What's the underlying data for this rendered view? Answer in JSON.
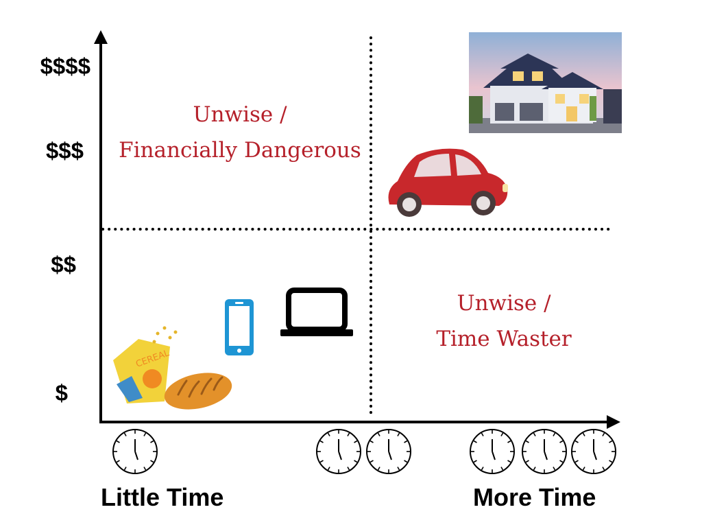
{
  "y_axis": {
    "labels": [
      "$$$$",
      "$$$",
      "$$",
      "$"
    ]
  },
  "x_axis": {
    "left_label": "Little Time",
    "right_label": "More Time"
  },
  "quadrants": {
    "top_left": {
      "line1": "Unwise /",
      "line2": "Financially Dangerous"
    },
    "bottom_right": {
      "line1": "Unwise /",
      "line2": "Time Waster"
    }
  },
  "colors": {
    "axis": "#000000",
    "quadrant_text": "#b5202a",
    "car": "#c8282c",
    "phone": "#1e95d4",
    "bread": "#e3912a",
    "cereal": "#f2d23a"
  },
  "icons": [
    "house-image",
    "car-icon",
    "laptop-icon",
    "phone-icon",
    "cereal-box-icon",
    "bread-icon",
    "clock-icon"
  ]
}
